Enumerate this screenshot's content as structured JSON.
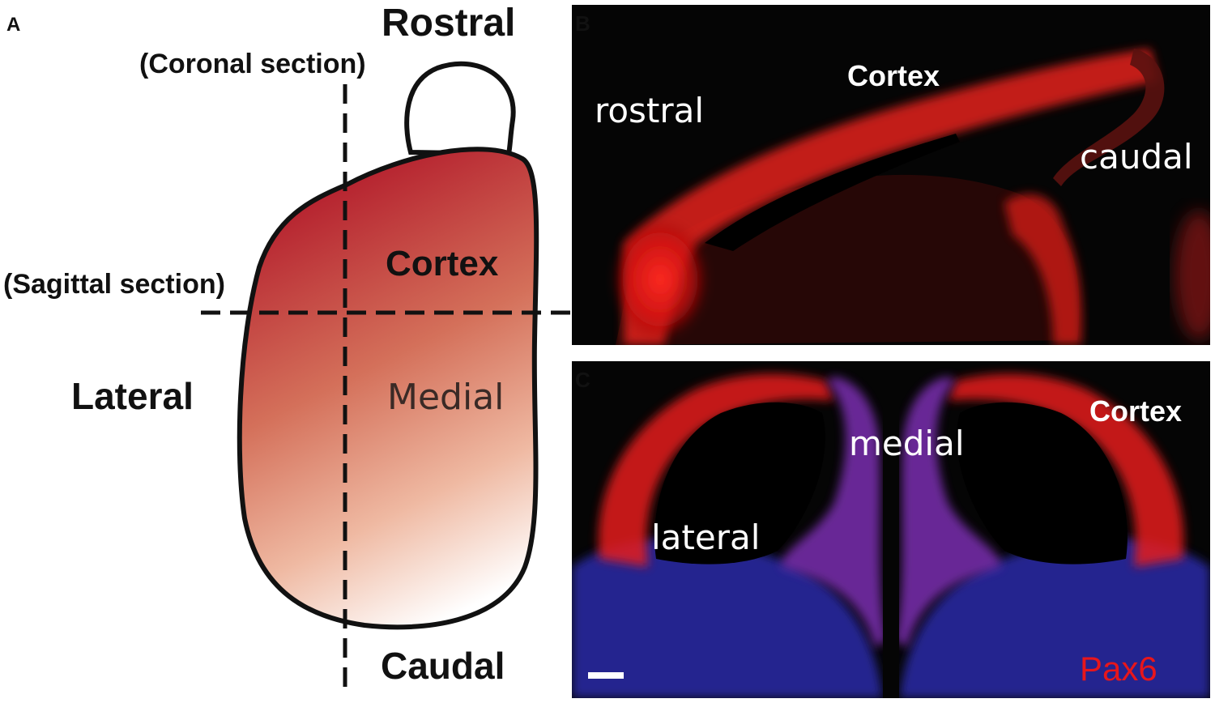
{
  "panels": {
    "a": {
      "letter": "A",
      "rostral": "Rostral",
      "coronal": "(Coronal section)",
      "sagittal": "(Sagittal section)",
      "cortex": "Cortex",
      "medial": "Medial",
      "lateral": "Lateral",
      "caudal": "Caudal"
    },
    "b": {
      "letter": "B",
      "rostral": "rostral",
      "cortex": "Cortex",
      "caudal": "caudal"
    },
    "c": {
      "letter": "C",
      "cortex": "Cortex",
      "medial": "medial",
      "lateral": "lateral",
      "marker": "Pax6"
    }
  },
  "colors": {
    "gradient_dark": "#b81a2e",
    "gradient_mid": "#d87a62",
    "gradient_light": "#ffffff",
    "pax6_red": "#e8161b",
    "dapi_blue": "#2a2aa8",
    "micro_bg": "#050505"
  }
}
